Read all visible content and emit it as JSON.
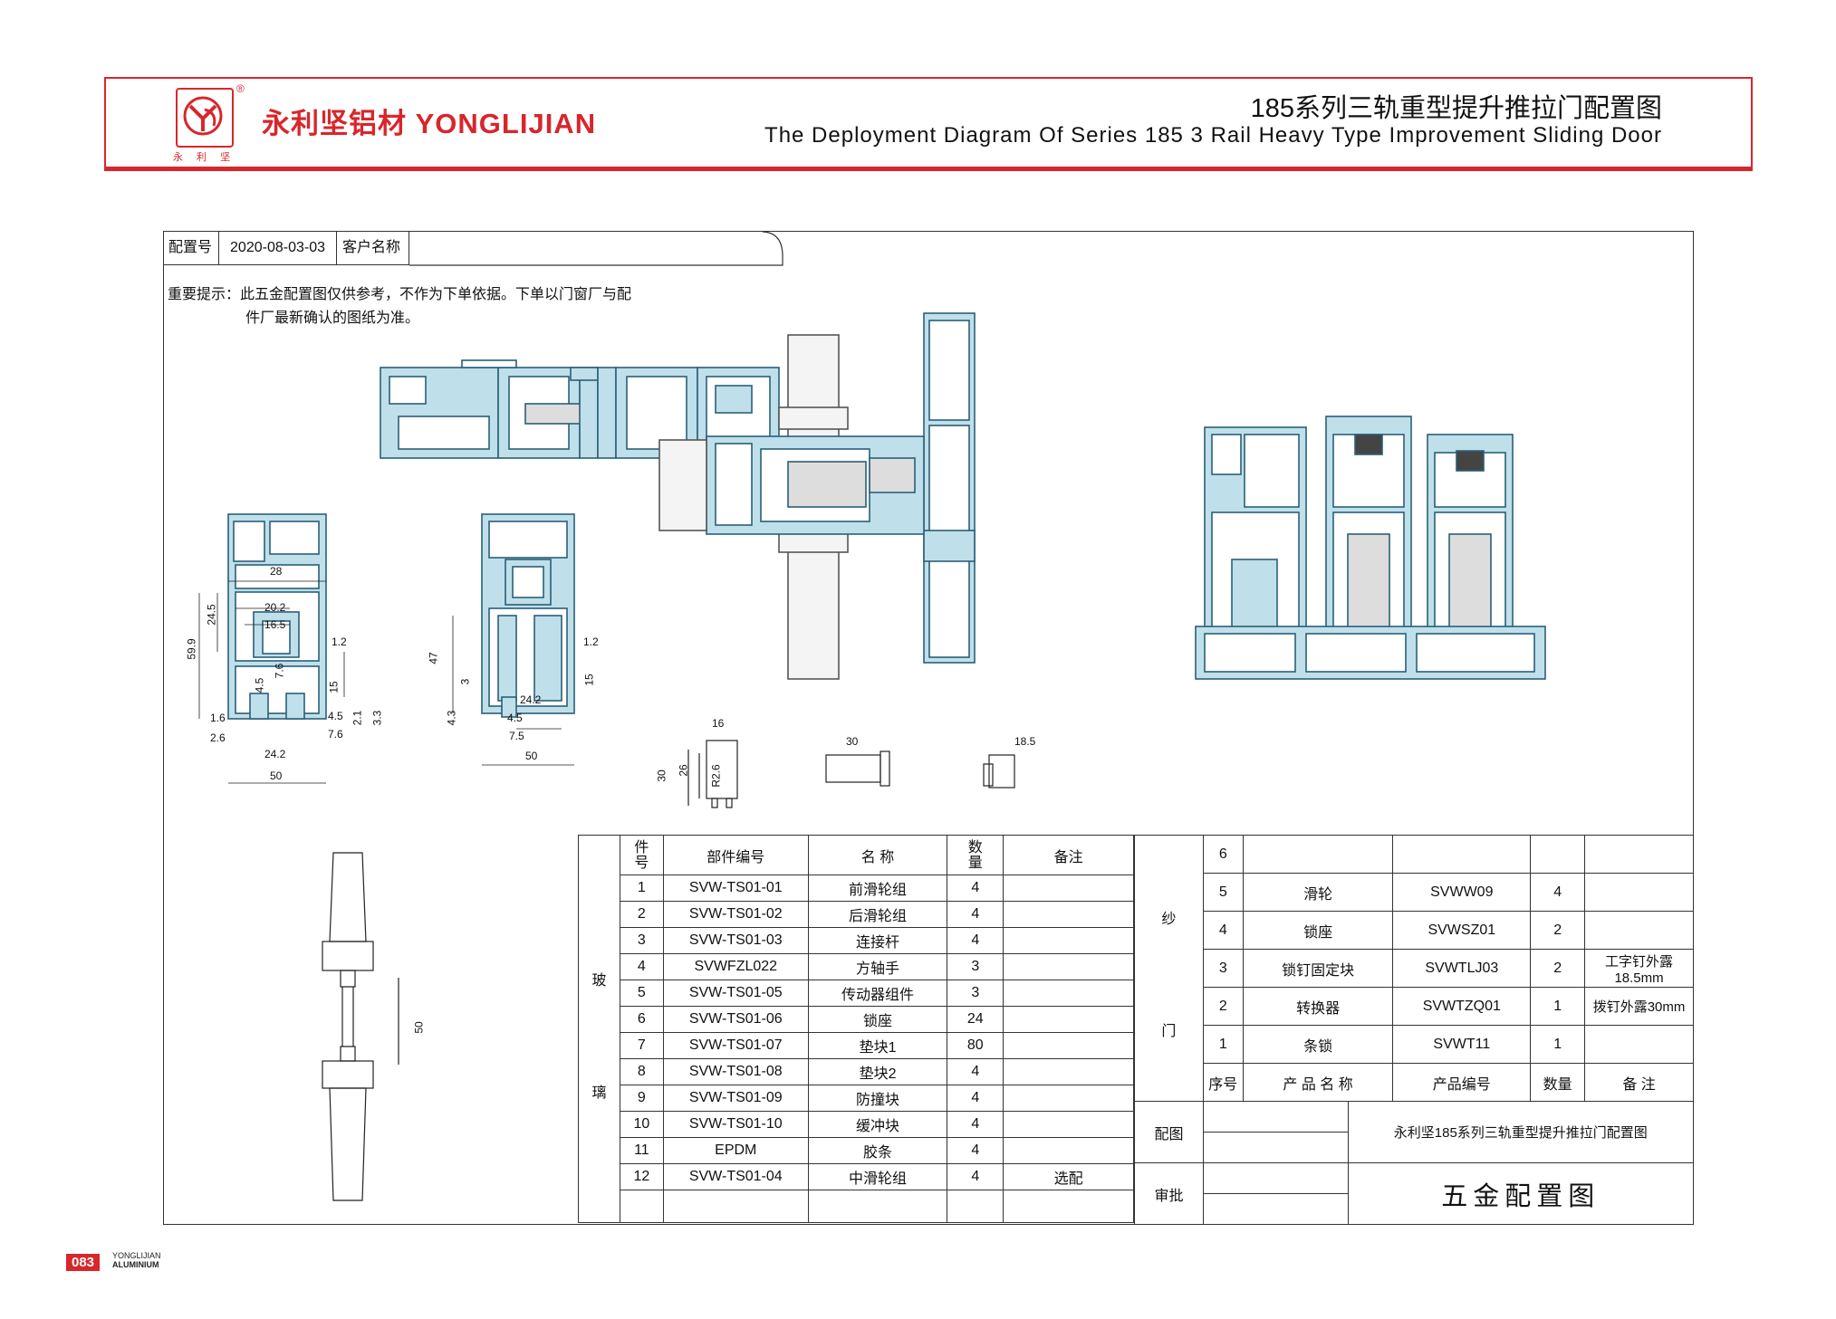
{
  "header": {
    "logo_text": "永 利 坚",
    "registered": "®",
    "brand": "永利坚铝材 YONGLIJIAN",
    "title_cn": "185系列三轨重型提升推拉门配置图",
    "title_en": "The Deployment Diagram Of Series 185 3 Rail Heavy Type Improvement Sliding Door"
  },
  "config": {
    "no_label": "配置号",
    "no_value": "2020-08-03-03",
    "customer_label": "客户名称"
  },
  "note": {
    "line1": "重要提示：此五金配置图仅供参考，不作为下单依据。下单以门窗厂与配",
    "line2": "件厂最新确认的图纸为准。"
  },
  "dimensions": {
    "profile1": [
      "28",
      "20.2",
      "16.5",
      "24.5",
      "59.9",
      "1.2",
      "7.6",
      "4.5",
      "15",
      "1.6",
      "2.6",
      "24.2",
      "4.5",
      "7.6",
      "2.1",
      "3.3",
      "50"
    ],
    "profile2": [
      "47",
      "3",
      "4.3",
      "1.2",
      "15",
      "24.2",
      "4.5",
      "7.5",
      "50"
    ],
    "part_a": [
      "16",
      "30",
      "26",
      "R2.6"
    ],
    "part_b": [
      "30"
    ],
    "part_c": [
      "18.5"
    ],
    "handle": [
      "50"
    ]
  },
  "glass_table": {
    "group_label_1": "玻",
    "group_label_2": "璃",
    "headers": [
      "件\n号",
      "部件编号",
      "名 称",
      "数\n量",
      "备注"
    ],
    "rows": [
      [
        "1",
        "SVW-TS01-01",
        "前滑轮组",
        "4",
        ""
      ],
      [
        "2",
        "SVW-TS01-02",
        "后滑轮组",
        "4",
        ""
      ],
      [
        "3",
        "SVW-TS01-03",
        "连接杆",
        "4",
        ""
      ],
      [
        "4",
        "SVWFZL022",
        "方轴手",
        "3",
        ""
      ],
      [
        "5",
        "SVW-TS01-05",
        "传动器组件",
        "3",
        ""
      ],
      [
        "6",
        "SVW-TS01-06",
        "锁座",
        "24",
        ""
      ],
      [
        "7",
        "SVW-TS01-07",
        "垫块1",
        "80",
        ""
      ],
      [
        "8",
        "SVW-TS01-08",
        "垫块2",
        "4",
        ""
      ],
      [
        "9",
        "SVW-TS01-09",
        "防撞块",
        "4",
        ""
      ],
      [
        "10",
        "SVW-TS01-10",
        "缓冲块",
        "4",
        ""
      ],
      [
        "11",
        "EPDM",
        "胶条",
        "4",
        ""
      ],
      [
        "12",
        "SVW-TS01-04",
        "中滑轮组",
        "4",
        "选配"
      ]
    ]
  },
  "screen_table": {
    "group_label_1": "纱",
    "group_label_2": "门",
    "rows": [
      [
        "6",
        "",
        "",
        "",
        ""
      ],
      [
        "5",
        "滑轮",
        "SVWW09",
        "4",
        ""
      ],
      [
        "4",
        "锁座",
        "SVWSZ01",
        "2",
        ""
      ],
      [
        "3",
        "锁钉固定块",
        "SVWTLJ03",
        "2",
        "工字钉外露18.5mm"
      ],
      [
        "2",
        "转换器",
        "SVWTZQ01",
        "1",
        "拨钉外露30mm"
      ],
      [
        "1",
        "条锁",
        "SVWT11",
        "1",
        ""
      ]
    ],
    "headers": [
      "序号",
      "产 品 名 称",
      "产品编号",
      "数量",
      "备 注"
    ],
    "peizhi_label": "配图",
    "peizhi_value": "永利坚185系列三轨重型提升推拉门配置图",
    "shenpi_label": "审批",
    "shenpi_value": "五金配置图"
  },
  "footer": {
    "page_number": "083",
    "brand_line1": "YONGLIJIAN",
    "brand_line2": "ALUMINIUM"
  },
  "colors": {
    "brand_red": "#d8262b",
    "profile_fill": "#bfe0ea",
    "profile_stroke": "#2a5f78"
  }
}
